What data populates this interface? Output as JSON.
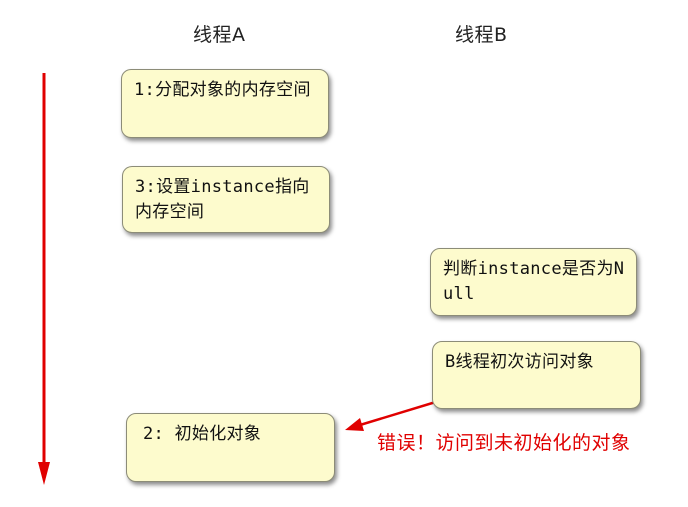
{
  "headers": {
    "thread_a": "线程A",
    "thread_b": "线程B"
  },
  "steps": {
    "a1": "1:分配对象的内存空间",
    "a3": "3:设置instance指向内存空间",
    "b1": "判断instance是否为Null",
    "b2": "B线程初次访问对象",
    "a2": "2: 初始化对象"
  },
  "error_label": "错误！访问到未初始化的对象",
  "colors": {
    "box_fill": "#fdfbcd",
    "arrow": "#e00000",
    "error_text": "#e00000"
  }
}
